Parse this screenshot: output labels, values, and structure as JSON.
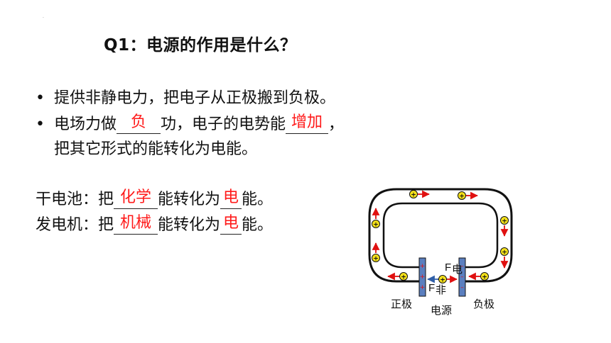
{
  "dot": "·",
  "title": "Q1：电源的作用是什么？",
  "bullets": {
    "symbol": "•",
    "line1": "提供非静电力，把电子从正极搬到负极。",
    "line2_a": "电场力做",
    "line2_blank1": "负",
    "line2_b": "功，电子的电势能",
    "line2_blank2": "增加",
    "line2_c": "，",
    "line3": "把其它形式的能转化为电能。"
  },
  "battery": {
    "prefix": "干电池：把",
    "blank1": "化学",
    "mid": "能转化为",
    "blank2": "电",
    "suffix": "能。"
  },
  "generator": {
    "prefix": "发电机：把",
    "blank1": "机械",
    "mid": "能转化为",
    "blank2": "电",
    "suffix": "能。"
  },
  "diagram": {
    "positive_label": "正极",
    "negative_label": "负极",
    "source_label": "电源",
    "f_e_label": "F",
    "f_e_sub": "电",
    "f_nonstatic_label": "F",
    "f_nonstatic_sub": "非",
    "charge_symbol": "+",
    "colors": {
      "arrow_red": "#e01010",
      "charge_fill": "#f5e11a",
      "plate_blue": "#5b7fbf",
      "force_blue": "#2f5fa8"
    }
  }
}
